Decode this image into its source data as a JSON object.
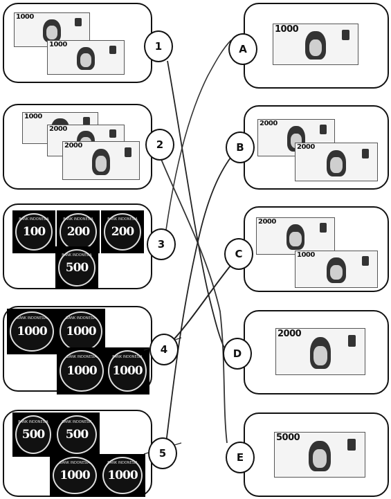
{
  "left_items": [
    {
      "number": "1",
      "banknotes": [
        "1000",
        "1000"
      ]
    },
    {
      "number": "2",
      "banknotes": [
        "1000",
        "2000",
        "2000"
      ]
    },
    {
      "number": "3",
      "coins": [
        "100",
        "200",
        "200",
        "500"
      ],
      "coin_text": "BANK INDONESIA"
    },
    {
      "number": "4",
      "coins": [
        "1000",
        "1000",
        "1000",
        "1000"
      ],
      "coin_text": "BANK INDONESIA"
    },
    {
      "number": "5",
      "coins": [
        "500",
        "500",
        "1000",
        "1000"
      ],
      "coin_text": "BANK INDONESIA"
    }
  ],
  "right_items": [
    {
      "letter": "A",
      "banknotes": [
        "1000"
      ]
    },
    {
      "letter": "B",
      "banknotes": [
        "2000",
        "2000"
      ]
    },
    {
      "letter": "C",
      "banknotes": [
        "2000",
        "1000"
      ]
    },
    {
      "letter": "D",
      "banknotes": [
        "2000"
      ]
    },
    {
      "letter": "E",
      "banknotes": [
        "5000"
      ]
    }
  ],
  "connections": [
    {
      "from": "1",
      "to": "D"
    },
    {
      "from": "2",
      "to": "E"
    },
    {
      "from": "3",
      "to": "A"
    },
    {
      "from": "4",
      "to": "C"
    },
    {
      "from": "5",
      "to": "B"
    }
  ]
}
